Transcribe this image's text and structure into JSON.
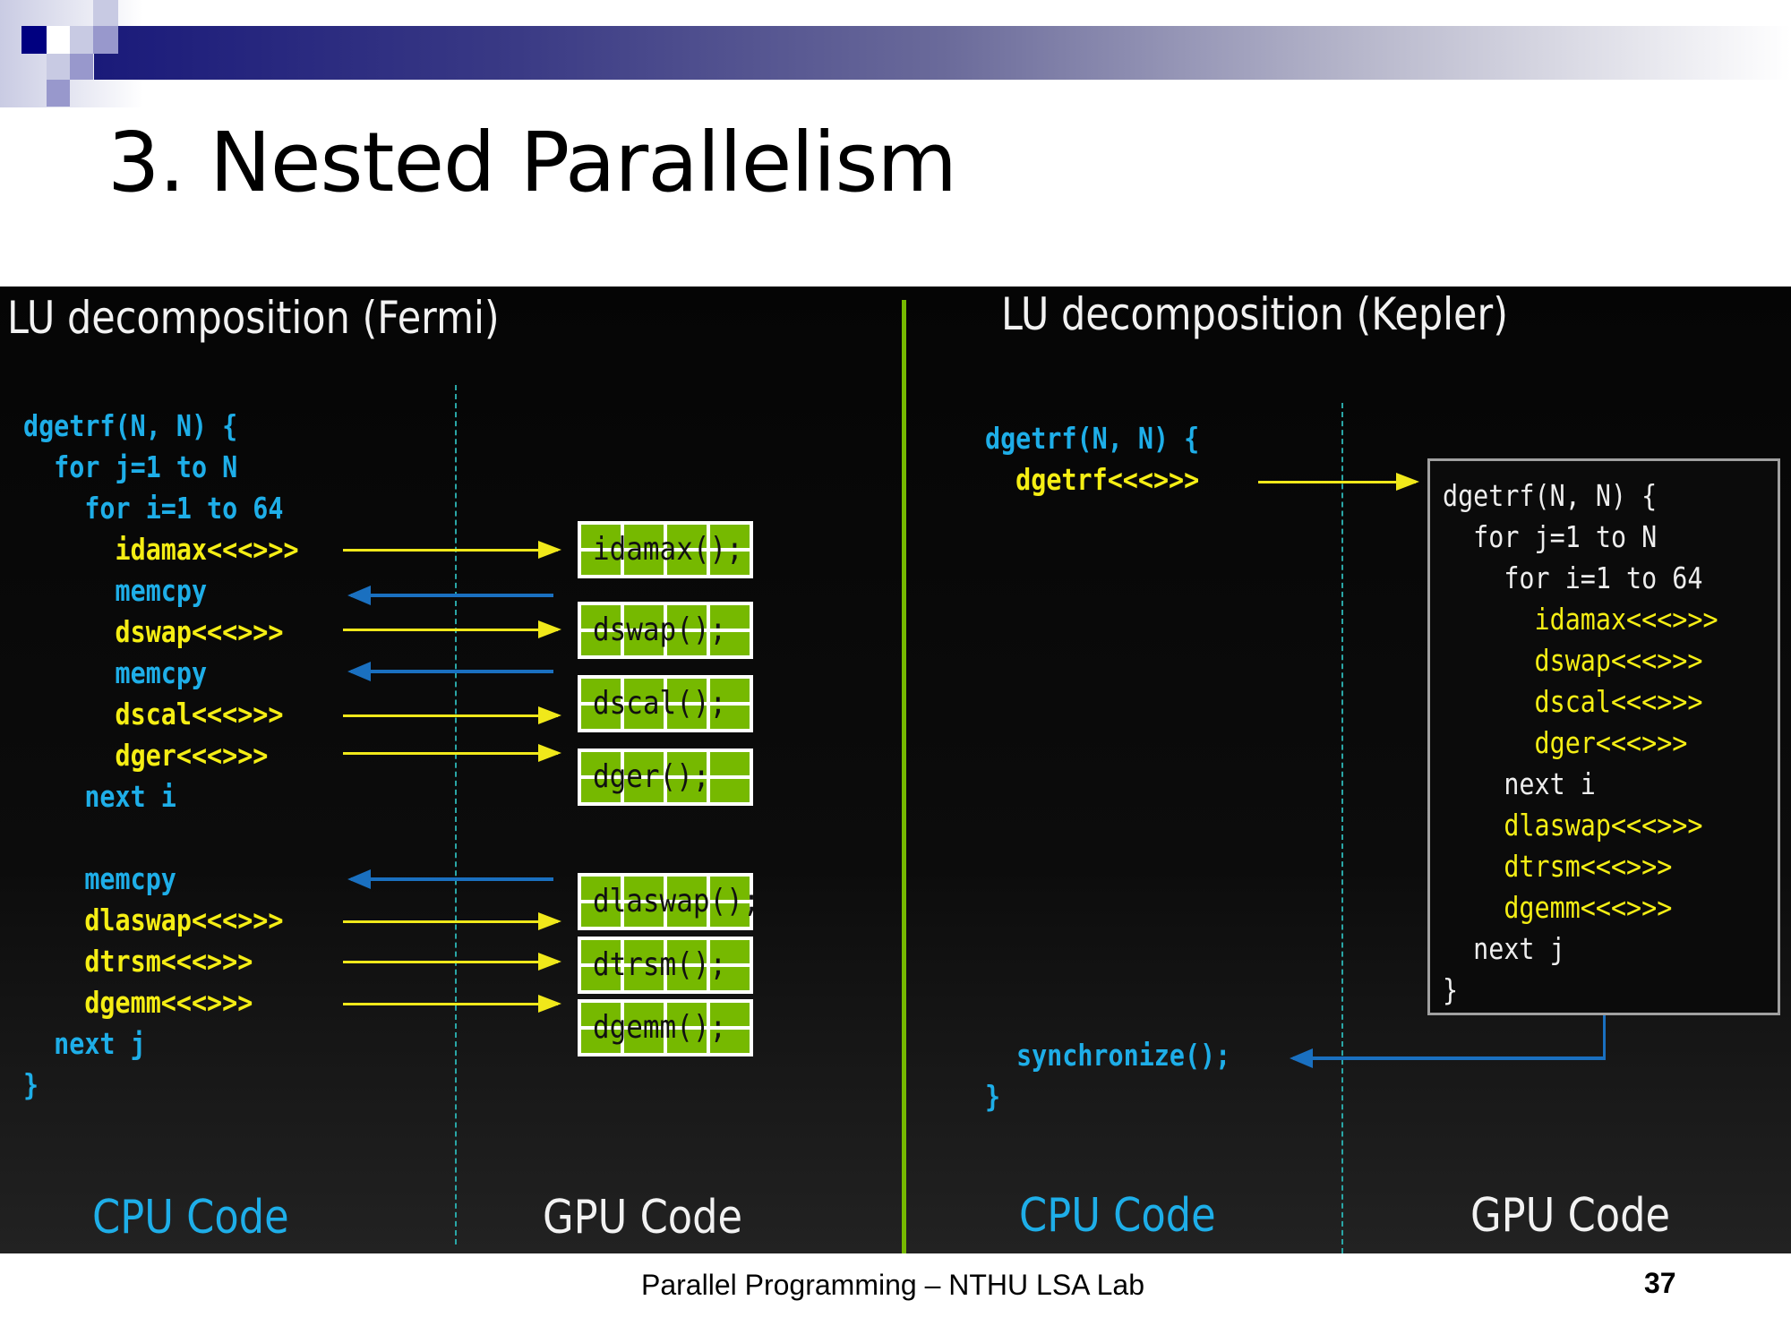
{
  "slide": {
    "title": "3. Nested Parallelism",
    "footer": "Parallel Programming – NTHU LSA Lab",
    "page_number": "37"
  },
  "colors": {
    "header_navy": "#1a1a7a",
    "nvidia_green": "#76b900",
    "cpu_cyan": "#1eaee8",
    "kernel_yellow": "#f5ee14",
    "memcpy_blue": "#1a70c0"
  },
  "fermi": {
    "heading": "LU decomposition (Fermi)",
    "cpu_lines": [
      {
        "text": "dgetrf(N, N) {",
        "kind": "cpu"
      },
      {
        "text": "  for j=1 to N",
        "kind": "cpu"
      },
      {
        "text": "    for i=1 to 64",
        "kind": "cpu"
      },
      {
        "text": "      idamax<<<>>>",
        "kind": "kernel"
      },
      {
        "text": "      memcpy",
        "kind": "cpu"
      },
      {
        "text": "      dswap<<<>>>",
        "kind": "kernel"
      },
      {
        "text": "      memcpy",
        "kind": "cpu"
      },
      {
        "text": "      dscal<<<>>>",
        "kind": "kernel"
      },
      {
        "text": "      dger<<<>>>",
        "kind": "kernel"
      },
      {
        "text": "    next i",
        "kind": "cpu"
      },
      {
        "text": "",
        "kind": "cpu"
      },
      {
        "text": "    memcpy",
        "kind": "cpu"
      },
      {
        "text": "    dlaswap<<<>>>",
        "kind": "kernel"
      },
      {
        "text": "    dtrsm<<<>>>",
        "kind": "kernel"
      },
      {
        "text": "    dgemm<<<>>>",
        "kind": "kernel"
      },
      {
        "text": "  next j",
        "kind": "cpu"
      },
      {
        "text": "}",
        "kind": "cpu"
      }
    ],
    "gpu_kernels": [
      "idamax();",
      "dswap();",
      "dscal();",
      "dger();",
      "dlaswap();",
      "dtrsm();",
      "dgemm();"
    ],
    "cpu_label": "CPU Code",
    "gpu_label": "GPU Code"
  },
  "kepler": {
    "heading": "LU decomposition (Kepler)",
    "cpu_lines": [
      {
        "text": "dgetrf(N, N) {",
        "kind": "cpu"
      },
      {
        "text": "  dgetrf<<<>>>",
        "kind": "kernel"
      }
    ],
    "sync_line": "synchronize();",
    "close_brace": "}",
    "gpu_lines": [
      {
        "text": "dgetrf(N, N) {",
        "kind": "plain"
      },
      {
        "text": "  for j=1 to N",
        "kind": "plain"
      },
      {
        "text": "    for i=1 to 64",
        "kind": "plain"
      },
      {
        "text": "      idamax<<<>>>",
        "kind": "kernel"
      },
      {
        "text": "      dswap<<<>>>",
        "kind": "kernel"
      },
      {
        "text": "      dscal<<<>>>",
        "kind": "kernel"
      },
      {
        "text": "      dger<<<>>>",
        "kind": "kernel"
      },
      {
        "text": "    next i",
        "kind": "plain"
      },
      {
        "text": "    dlaswap<<<>>>",
        "kind": "kernel"
      },
      {
        "text": "    dtrsm<<<>>>",
        "kind": "kernel"
      },
      {
        "text": "    dgemm<<<>>>",
        "kind": "kernel"
      },
      {
        "text": "  next j",
        "kind": "plain"
      },
      {
        "text": "}",
        "kind": "plain"
      }
    ],
    "cpu_label": "CPU Code",
    "gpu_label": "GPU Code"
  }
}
